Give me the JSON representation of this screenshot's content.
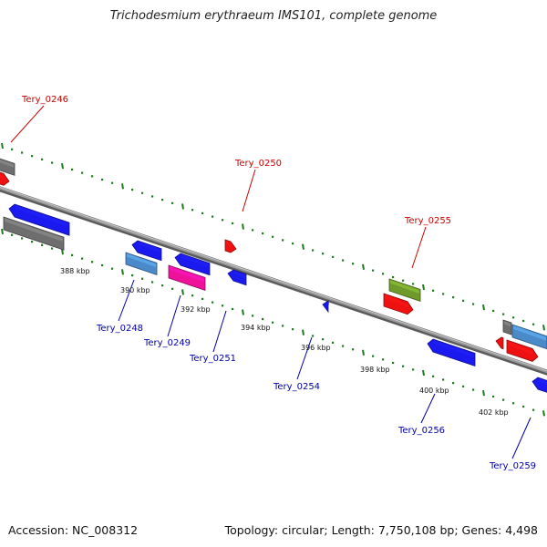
{
  "title": "Trichodesmium erythraeum IMS101, complete genome",
  "footer": {
    "accession": "Accession: NC_008312",
    "summary": "Topology: circular; Length: 7,750,108 bp; Genes: 4,498"
  },
  "colors": {
    "forward_label": "#cc0000",
    "reverse_label": "#0000aa",
    "backbone": "#8a8a8a",
    "tick": "#1f7a1f",
    "red": "#ee1111",
    "blue": "#1a1aee",
    "gray": "#6e6e6e",
    "steelblue": "#4a8ac8",
    "magenta": "#ee1199",
    "olive": "#6e9a2a"
  },
  "scale_labels": [
    "388 kbp",
    "390 kbp",
    "392 kbp",
    "394 kbp",
    "396 kbp",
    "398 kbp",
    "400 kbp",
    "402 kbp"
  ],
  "gene_labels": {
    "forward": [
      "Tery_0246",
      "Tery_0250",
      "Tery_0255"
    ],
    "reverse": [
      "Tery_0248",
      "Tery_0249",
      "Tery_0251",
      "Tery_0254",
      "Tery_0256",
      "Tery_0259"
    ]
  }
}
